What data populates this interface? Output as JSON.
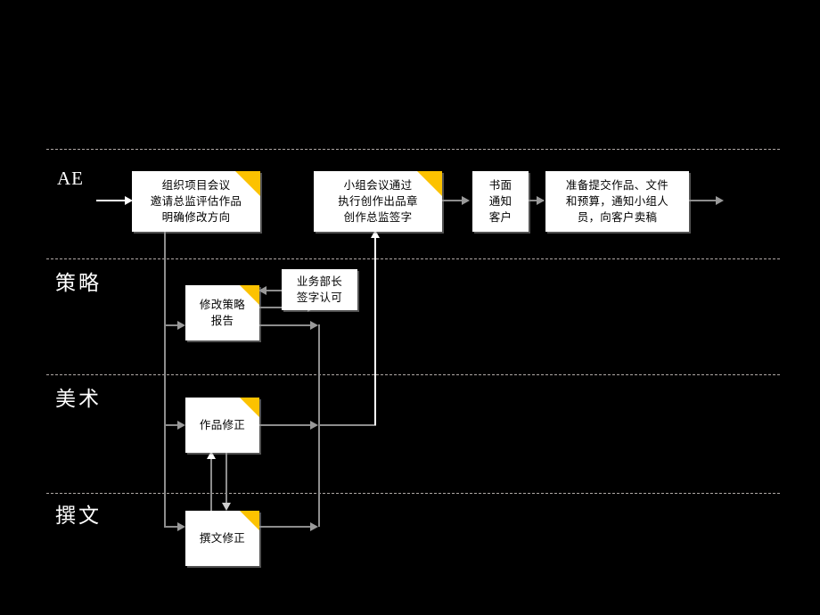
{
  "diagram": {
    "title": "",
    "background_color": "#000000",
    "accent_color": "#fcc200",
    "line_color": "#8d8d8d",
    "box_fill": "#ffffff",
    "separator_color": "#b9b2ae"
  },
  "lanes": [
    {
      "id": "ae",
      "label": "AE",
      "script": "latin"
    },
    {
      "id": "celue",
      "label": "策略",
      "script": "cjk"
    },
    {
      "id": "meishu",
      "label": "美术",
      "script": "cjk"
    },
    {
      "id": "zhuanwen",
      "label": "撰文",
      "script": "cjk"
    }
  ],
  "nodes": {
    "ae_1": {
      "lane": "ae",
      "lines": [
        "组织项目会议",
        "邀请总监评估作品",
        "明确修改方向"
      ],
      "text": "组织项目会议\n邀请总监评估作品\n明确修改方向",
      "dogear": true
    },
    "ae_2": {
      "lane": "ae",
      "lines": [
        "小组会议通过",
        "执行创作出品章",
        "创作总监签字"
      ],
      "text": "小组会议通过\n执行创作出品章\n创作总监签字",
      "dogear": true
    },
    "ae_3": {
      "lane": "ae",
      "lines": [
        "书面",
        "通知",
        "客户"
      ],
      "text": "书面\n通知\n客户",
      "dogear": false
    },
    "ae_4": {
      "lane": "ae",
      "lines": [
        "准备提交作品、文件",
        "和预算，通知小组人",
        "员，向客户卖稿"
      ],
      "text": "准备提交作品、文件\n和预算，通知小组人\n员，向客户卖稿",
      "dogear": false
    },
    "celue_1": {
      "lane": "celue",
      "lines": [
        "修改策略",
        "报告"
      ],
      "text": "修改策略\n报告",
      "dogear": true
    },
    "celue_2": {
      "lane": "celue",
      "lines": [
        "业务部长",
        "签字认可"
      ],
      "text": "业务部长\n签字认可",
      "dogear": false
    },
    "meishu_1": {
      "lane": "meishu",
      "lines": [
        "作品修正"
      ],
      "text": "作品修正",
      "dogear": true
    },
    "zhuanwen_1": {
      "lane": "zhuanwen",
      "lines": [
        "撰文修正"
      ],
      "text": "撰文修正",
      "dogear": true
    }
  }
}
